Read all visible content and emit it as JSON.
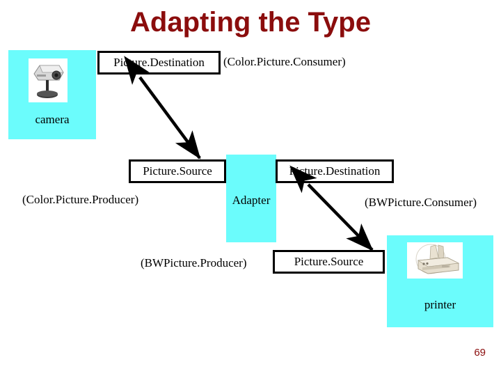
{
  "slide": {
    "title": "Adapting the Type",
    "page_number": "69",
    "title_color": "#8B0D0D",
    "panel_color": "#6BFCFC",
    "background_color": "#FFFFFF",
    "line_color": "#000000"
  },
  "panels": [
    {
      "id": "camera-panel",
      "caption": "camera",
      "icon": "video-camera-icon"
    },
    {
      "id": "adapter-panel",
      "caption": "Adapter",
      "icon": "none"
    },
    {
      "id": "printer-panel",
      "caption": "printer",
      "icon": "inkjet-printer-icon"
    }
  ],
  "boxes": {
    "top_destination": "Picture.Destination",
    "mid_source": "Picture.Source",
    "mid_destination": "Picture.Destination",
    "bottom_source": "Picture.Source"
  },
  "labels": {
    "color_picture_consumer": "(Color.Picture.Consumer)",
    "color_picture_producer": "(Color.Picture.Producer)",
    "bw_picture_consumer": "(BWPicture.Consumer)",
    "bw_picture_producer": "(BWPicture.Producer)",
    "adapter": "Adapter"
  },
  "arrows": [
    {
      "id": "camera-to-adapter-arrow",
      "from": "Picture.Source (middle)",
      "to": "Picture.Destination (top)",
      "heads": "both"
    },
    {
      "id": "adapter-to-printer-arrow",
      "from": "Picture.Source (bottom)",
      "to": "Picture.Destination (middle)",
      "heads": "both"
    }
  ]
}
